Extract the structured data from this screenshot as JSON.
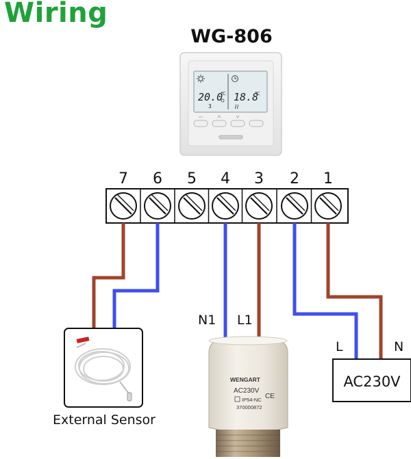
{
  "title": "Wiring",
  "model": "WG-806",
  "thermostat": {
    "left_temp": "20.0",
    "left_unit": "℃",
    "left_sub": "3",
    "right_temp": "18.8",
    "right_unit": "℃"
  },
  "terminals": [
    "7",
    "6",
    "5",
    "4",
    "3",
    "2",
    "1"
  ],
  "labels": {
    "n1": "N1",
    "l1": "L1",
    "l": "L",
    "n": "N"
  },
  "actuator": {
    "brand": "WENGART",
    "voltage": "AC230V",
    "ip": "IP54-NC",
    "serial": "370000872",
    "ce": "CE"
  },
  "power_box": "AC230V",
  "sensor_label": "External Sensor",
  "colors": {
    "title": "#1fa23a",
    "brown": "#a0442a",
    "blue": "#3f4ff0"
  }
}
